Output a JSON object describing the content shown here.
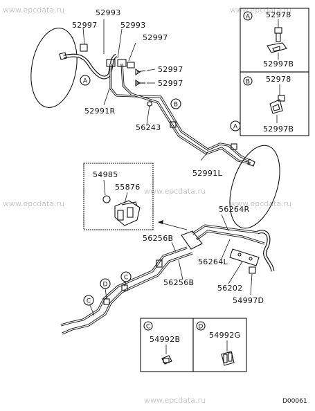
{
  "watermark": "www.epcdata.ru",
  "part_labels": {
    "p52993_top": "52993",
    "p52997_a": "52997",
    "p52993_b": "52993",
    "p52997_b": "52997",
    "p52997_c": "52997",
    "p52997_d": "52997",
    "p52991R": "52991R",
    "p56243": "56243",
    "p52991L": "52991L",
    "p54985": "54985",
    "p55876": "55876",
    "p56264R": "56264R",
    "p56256B_up": "56256B",
    "p56264L": "56264L",
    "p56256B_low": "56256B",
    "p56202": "56202",
    "p54997D": "54997D"
  },
  "detail_A": {
    "letter": "A",
    "top_part": "52978",
    "bottom_part": "52997B"
  },
  "detail_B": {
    "letter": "B",
    "top_part": "52978",
    "bottom_part": "52997B"
  },
  "detail_C": {
    "letter": "C",
    "part": "54992B"
  },
  "detail_D": {
    "letter": "D",
    "part": "54992G"
  },
  "callouts": {
    "A": "A",
    "B": "B",
    "C": "C",
    "D": "D"
  },
  "diagram_ref": "D00061"
}
